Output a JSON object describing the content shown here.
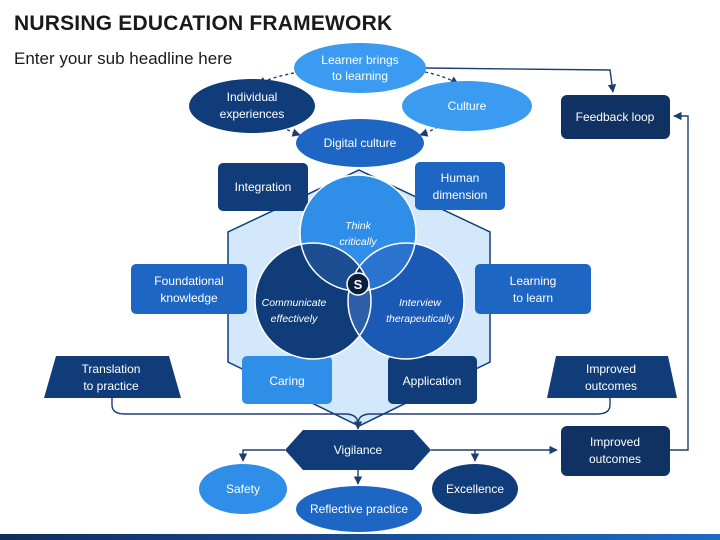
{
  "header": {
    "title": "NURSING EDUCATION FRAMEWORK",
    "subtitle": "Enter your sub headline here"
  },
  "top_cluster": {
    "learner": [
      "Learner brings",
      "to learning"
    ],
    "individual": [
      "Individual",
      "experiences"
    ],
    "culture": "Culture",
    "digital": "Digital culture"
  },
  "feedback_loop": "Feedback loop",
  "hexagon_boxes": {
    "integration": "Integration",
    "human": [
      "Human",
      "dimension"
    ],
    "foundational": [
      "Foundational",
      "knowledge"
    ],
    "learning": [
      "Learning",
      "to learn"
    ],
    "caring": "Caring",
    "application": "Application"
  },
  "venn": {
    "think": [
      "Think",
      "critically"
    ],
    "communicate": [
      "Communicate",
      "effectively"
    ],
    "interview": [
      "Interview",
      "therapeutically"
    ],
    "center": "S"
  },
  "side_boxes": {
    "translation": [
      "Translation",
      "to practice"
    ],
    "improved_top": [
      "Improved",
      "outcomes"
    ],
    "improved_bottom": [
      "Improved",
      "outcomes"
    ]
  },
  "bottom": {
    "vigilance": "Vigilance",
    "safety": "Safety",
    "reflective": "Reflective practice",
    "excellence": "Excellence"
  },
  "colors": {
    "navy": "#103d7a",
    "mid_blue": "#1e66c4",
    "bright_blue": "#2f8ee8",
    "light_hex": "#cfe6fb"
  }
}
